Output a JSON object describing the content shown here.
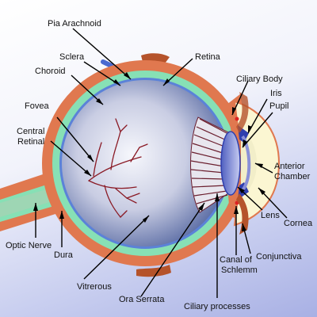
{
  "labels": {
    "pia_arachnoid": "Pia Arachnoid",
    "sclera": "Sclera",
    "choroid": "Choroid",
    "retina": "Retina",
    "ciliary_body": "Ciliary Body",
    "iris": "Iris",
    "pupil": "Pupil",
    "fovea": "Fovea",
    "central_retinal_1": "Central",
    "central_retinal_2": "Retinal",
    "anterior_chamber_1": "Anterior",
    "anterior_chamber_2": "Chamber",
    "lens": "Lens",
    "cornea": "Cornea",
    "optic_nerve": "Optic Nerve",
    "dura": "Dura",
    "conjunctiva": "Conjunctiva",
    "canal_of_schlemm_1": "Canal of",
    "canal_of_schlemm_2": "Schlemm",
    "vitreous": "Vitrerous",
    "ora_serrata": "Ora Serrata",
    "ciliary_processes": "Ciliary processes"
  },
  "colors": {
    "sclera": "#e0784f",
    "choroid": "#87e0b5",
    "retina_vessel": "#4a6ad0",
    "vitreous_center": "#f4f6fb",
    "vitreous_edge": "#5d6ea8",
    "blood_vessel": "#8a1a25",
    "cornea": "#fbf6d2",
    "iris": "#2f3fae",
    "lens": "#b9c1ee",
    "muscle": "#b5532b"
  }
}
